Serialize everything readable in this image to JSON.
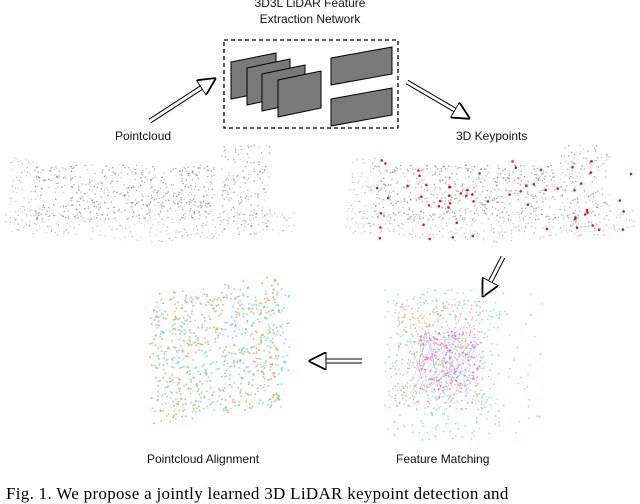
{
  "figure": {
    "network_title_line1": "3D3L LiDAR Feature",
    "network_title_line2": "Extraction Network",
    "label_pointcloud": "Pointcloud",
    "label_keypoints": "3D Keypoints",
    "label_alignment": "Pointcloud Alignment",
    "label_matching": "Feature Matching",
    "caption": "Fig. 1.    We propose a jointly learned 3D LiDAR keypoint detection and"
  },
  "colors": {
    "cloud_gray": "#8a8a8a",
    "layer_fill": "#7a7a7a",
    "keypoint_red": "#e00000",
    "orange": "#f0a050",
    "cyan": "#40e0e0",
    "magenta": "#ff40ff",
    "purple": "#8866cc"
  }
}
